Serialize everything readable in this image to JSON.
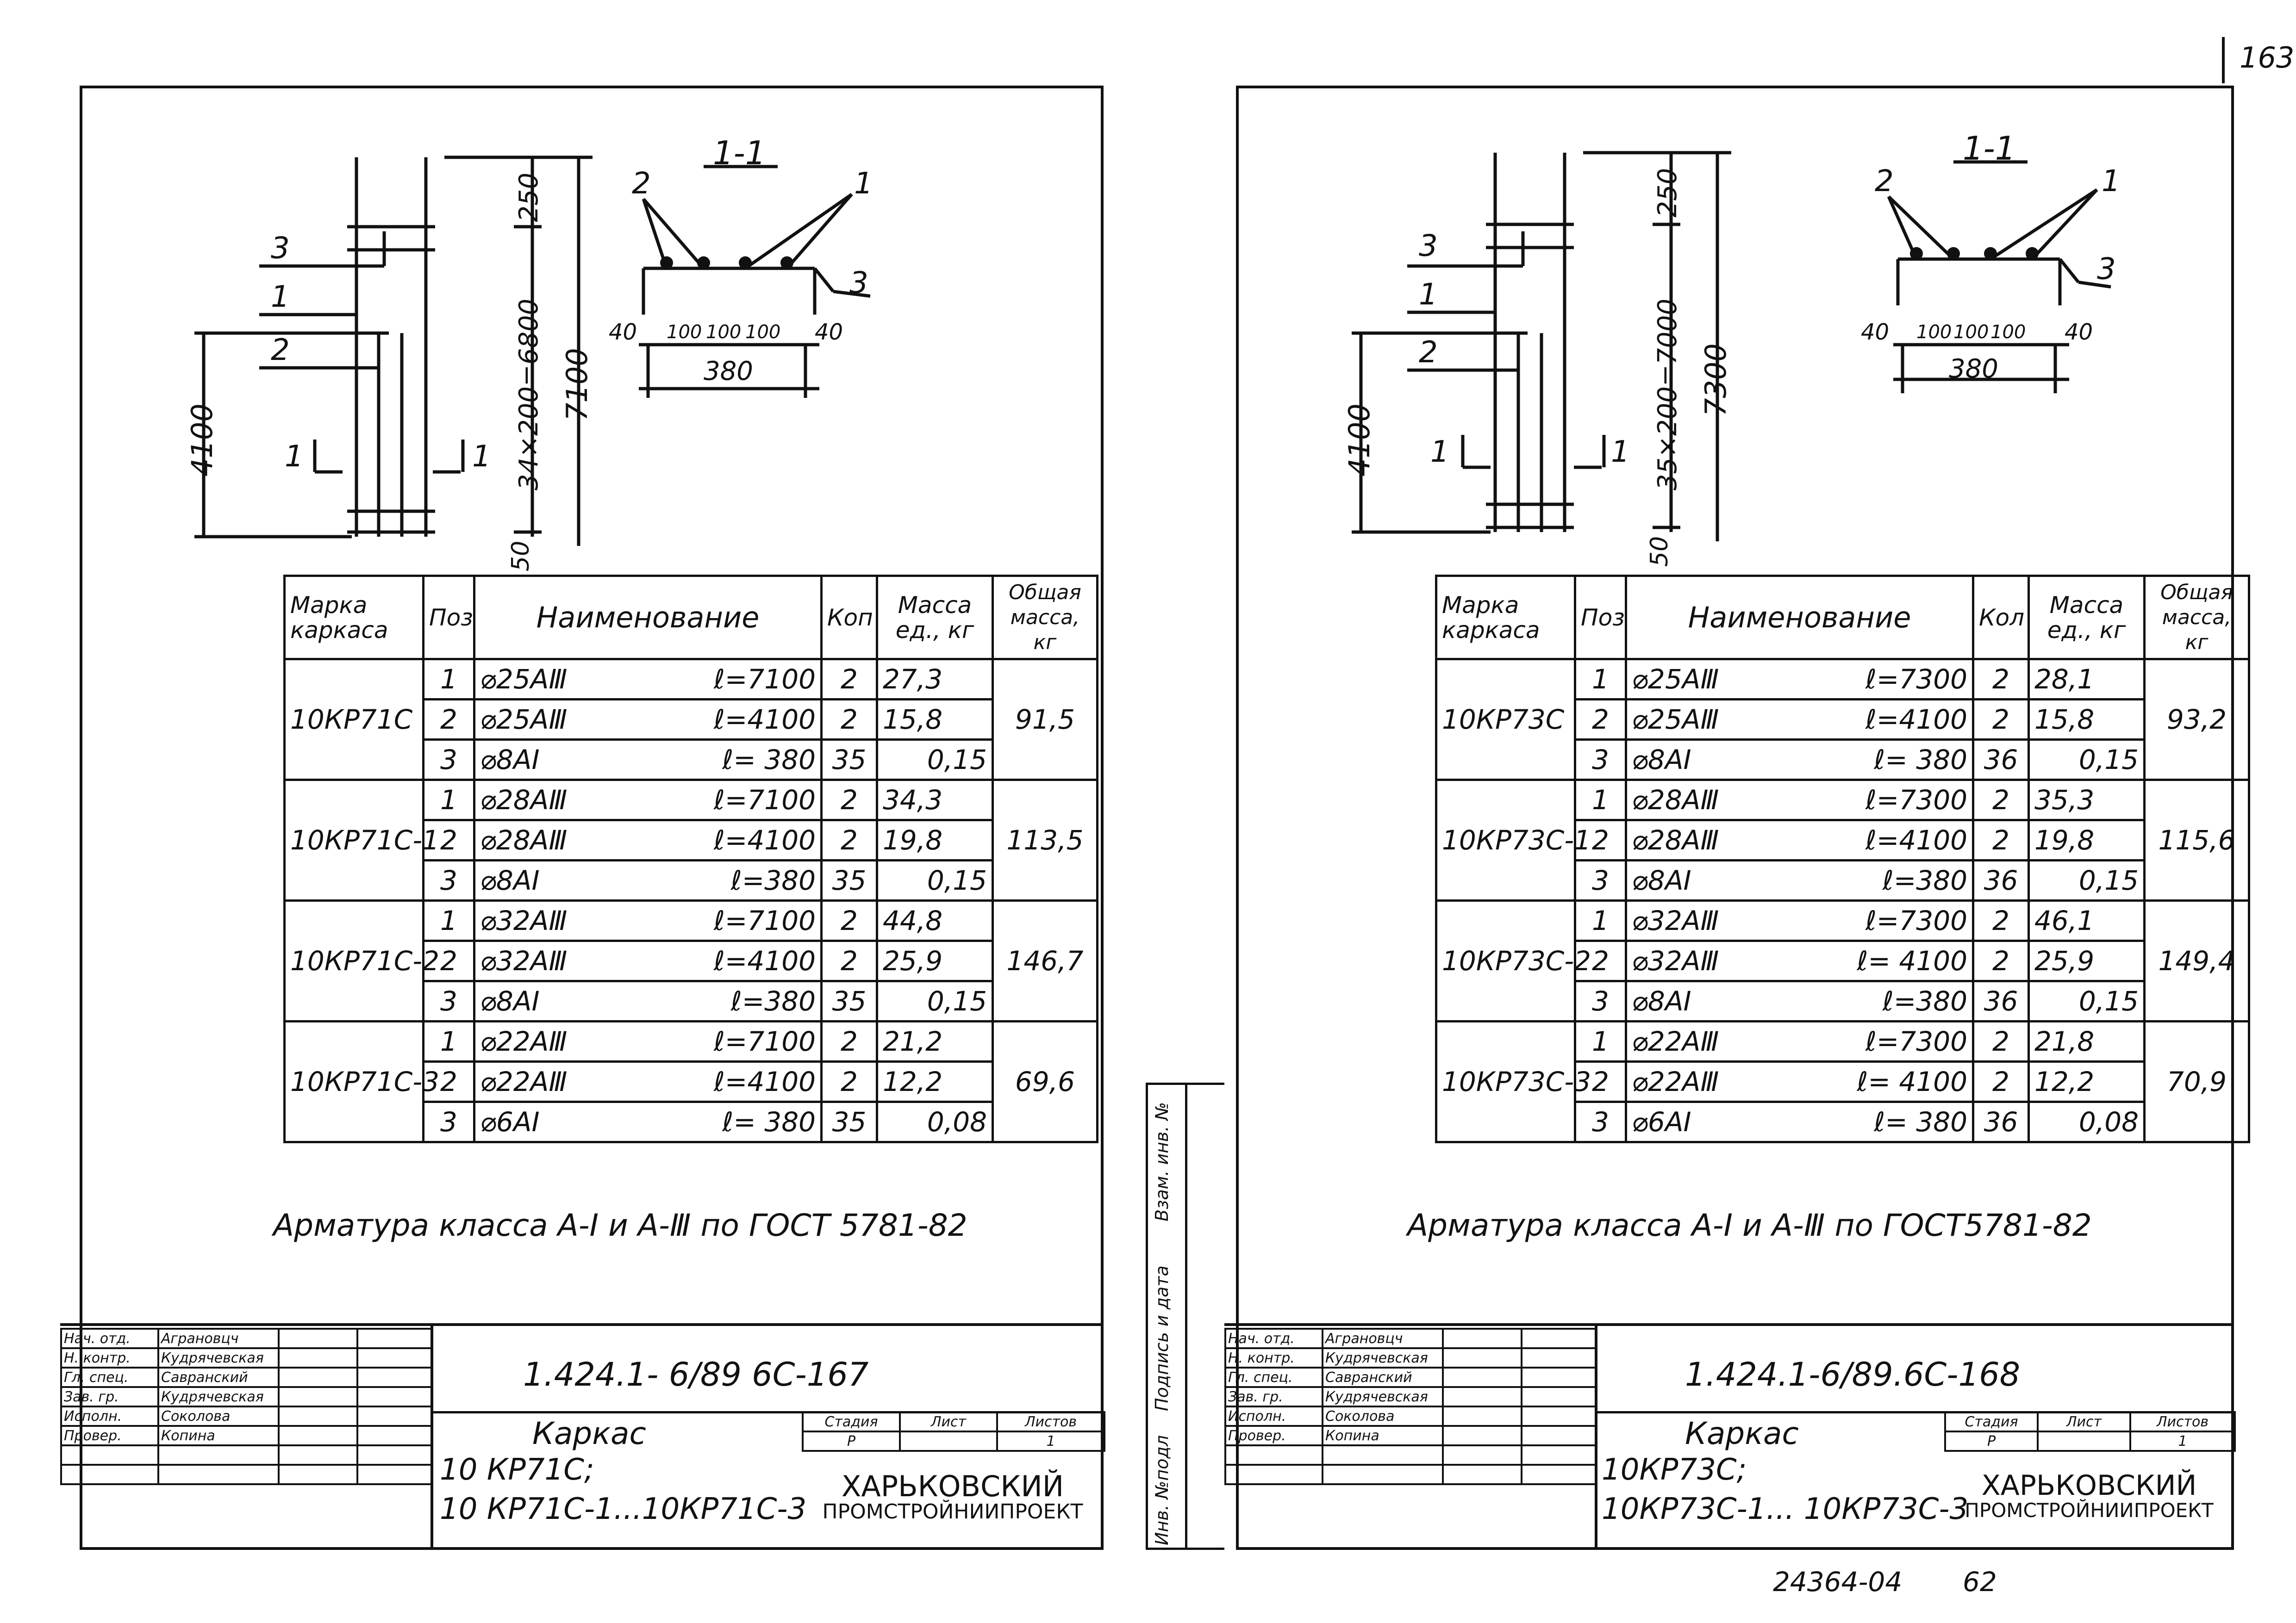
{
  "page_number": "163",
  "sheets": [
    {
      "section_label": "1-1",
      "dims": {
        "top": "250",
        "pitch": "34×200=6800",
        "overall": "7100",
        "lower": "4100",
        "bottom": "50",
        "sec_edge": "40",
        "sec_step": "100",
        "sec_width": "380"
      },
      "callouts": {
        "p1": "1",
        "p2": "2",
        "p3": "3"
      },
      "headers": {
        "mark": "Марка каркаса",
        "pos": "Поз",
        "name": "Наименование",
        "qty": "Коп",
        "unit_mass": "Масса ед., кг",
        "total_mass": "Общая масса, кг"
      },
      "groups": [
        {
          "mark": "10КР71С",
          "total": "91,5",
          "rows": [
            {
              "pos": "1",
              "bar": "⌀25АⅢ",
              "len": "ℓ=7100",
              "qty": "2",
              "mass": "27,3"
            },
            {
              "pos": "2",
              "bar": "⌀25АⅢ",
              "len": "ℓ=4100",
              "qty": "2",
              "mass": "15,8"
            },
            {
              "pos": "3",
              "bar": "⌀8АI",
              "len": "ℓ= 380",
              "qty": "35",
              "mass": "0,15"
            }
          ]
        },
        {
          "mark": "10КР71С-1",
          "total": "113,5",
          "rows": [
            {
              "pos": "1",
              "bar": "⌀28АⅢ",
              "len": "ℓ=7100",
              "qty": "2",
              "mass": "34,3"
            },
            {
              "pos": "2",
              "bar": "⌀28АⅢ",
              "len": "ℓ=4100",
              "qty": "2",
              "mass": "19,8"
            },
            {
              "pos": "3",
              "bar": "⌀8АI",
              "len": "ℓ=380",
              "qty": "35",
              "mass": "0,15"
            }
          ]
        },
        {
          "mark": "10КР71С-2",
          "total": "146,7",
          "rows": [
            {
              "pos": "1",
              "bar": "⌀32АⅢ",
              "len": "ℓ=7100",
              "qty": "2",
              "mass": "44,8"
            },
            {
              "pos": "2",
              "bar": "⌀32АⅢ",
              "len": "ℓ=4100",
              "qty": "2",
              "mass": "25,9"
            },
            {
              "pos": "3",
              "bar": "⌀8АI",
              "len": "ℓ=380",
              "qty": "35",
              "mass": "0,15"
            }
          ]
        },
        {
          "mark": "10КР71С-3",
          "total": "69,6",
          "rows": [
            {
              "pos": "1",
              "bar": "⌀22АⅢ",
              "len": "ℓ=7100",
              "qty": "2",
              "mass": "21,2"
            },
            {
              "pos": "2",
              "bar": "⌀22АⅢ",
              "len": "ℓ=4100",
              "qty": "2",
              "mass": "12,2"
            },
            {
              "pos": "3",
              "bar": "⌀6АI",
              "len": "ℓ= 380",
              "qty": "35",
              "mass": "0,08"
            }
          ]
        }
      ],
      "caption": "Арматура класса А-I и А-Ⅲ по ГОСТ 5781-82",
      "title_block": {
        "code": "1.424.1- 6/89 6С-167",
        "title": "Каркас",
        "subtitle1": "10 КР71С;",
        "subtitle2": "10 КР71С-1...10КР71С-3",
        "stage_h": "Стадия",
        "sheet_h": "Лист",
        "sheets_h": "Листов",
        "stage": "Р",
        "sheets": "1",
        "org1": "ХАРЬКОВСКИЙ",
        "org2": "ПРОМСТРОЙНИИПРОЕКТ",
        "staff": [
          {
            "role": "Нач. отд.",
            "name": "Аграновцч"
          },
          {
            "role": "Н. контр.",
            "name": "Кудрячевская"
          },
          {
            "role": "Гл. спец.",
            "name": "Савранский"
          },
          {
            "role": "Зав. гр.",
            "name": "Кудрячевская"
          },
          {
            "role": "Исполн.",
            "name": "Соколова"
          },
          {
            "role": "Провер.",
            "name": "Копина"
          }
        ]
      }
    },
    {
      "section_label": "1-1",
      "dims": {
        "top": "250",
        "pitch": "35×200=7000",
        "overall": "7300",
        "lower": "4100",
        "bottom": "50",
        "sec_edge": "40",
        "sec_step": "100",
        "sec_width": "380"
      },
      "callouts": {
        "p1": "1",
        "p2": "2",
        "p3": "3"
      },
      "headers": {
        "mark": "Марка каркаса",
        "pos": "Поз",
        "name": "Наименование",
        "qty": "Кол",
        "unit_mass": "Масса ед., кг",
        "total_mass": "Общая масса, кг"
      },
      "groups": [
        {
          "mark": "10КР73С",
          "total": "93,2",
          "rows": [
            {
              "pos": "1",
              "bar": "⌀25АⅢ",
              "len": "ℓ=7300",
              "qty": "2",
              "mass": "28,1"
            },
            {
              "pos": "2",
              "bar": "⌀25АⅢ",
              "len": "ℓ=4100",
              "qty": "2",
              "mass": "15,8"
            },
            {
              "pos": "3",
              "bar": "⌀8АI",
              "len": "ℓ= 380",
              "qty": "36",
              "mass": "0,15"
            }
          ]
        },
        {
          "mark": "10КР73С-1",
          "total": "115,6",
          "rows": [
            {
              "pos": "1",
              "bar": "⌀28АⅢ",
              "len": "ℓ=7300",
              "qty": "2",
              "mass": "35,3"
            },
            {
              "pos": "2",
              "bar": "⌀28АⅢ",
              "len": "ℓ=4100",
              "qty": "2",
              "mass": "19,8"
            },
            {
              "pos": "3",
              "bar": "⌀8АI",
              "len": "ℓ=380",
              "qty": "36",
              "mass": "0,15"
            }
          ]
        },
        {
          "mark": "10КР73С-2",
          "total": "149,4",
          "rows": [
            {
              "pos": "1",
              "bar": "⌀32АⅢ",
              "len": "ℓ=7300",
              "qty": "2",
              "mass": "46,1"
            },
            {
              "pos": "2",
              "bar": "⌀32АⅢ",
              "len": "ℓ= 4100",
              "qty": "2",
              "mass": "25,9"
            },
            {
              "pos": "3",
              "bar": "⌀8АI",
              "len": "ℓ=380",
              "qty": "36",
              "mass": "0,15"
            }
          ]
        },
        {
          "mark": "10КР73С-3",
          "total": "70,9",
          "rows": [
            {
              "pos": "1",
              "bar": "⌀22АⅢ",
              "len": "ℓ=7300",
              "qty": "2",
              "mass": "21,8"
            },
            {
              "pos": "2",
              "bar": "⌀22АⅢ",
              "len": "ℓ= 4100",
              "qty": "2",
              "mass": "12,2"
            },
            {
              "pos": "3",
              "bar": "⌀6АI",
              "len": "ℓ= 380",
              "qty": "36",
              "mass": "0,08"
            }
          ]
        }
      ],
      "caption": "Арматура класса А-I и А-Ⅲ по ГОСТ5781-82",
      "title_block": {
        "code": "1.424.1-6/89.6С-168",
        "title": "Каркас",
        "subtitle1": "10КР73С;",
        "subtitle2": "10КР73С-1... 10КР73С-3",
        "stage_h": "Стадия",
        "sheet_h": "Лист",
        "sheets_h": "Листов",
        "stage": "Р",
        "sheets": "1",
        "org1": "ХАРЬКОВСКИЙ",
        "org2": "ПРОМСТРОЙНИИПРОЕКТ",
        "staff": [
          {
            "role": "Нач. отд.",
            "name": "Аграновцч"
          },
          {
            "role": "Н. контр.",
            "name": "Кудрячевская"
          },
          {
            "role": "Гл. спец.",
            "name": "Савранский"
          },
          {
            "role": "Зав. гр.",
            "name": "Кудрячевская"
          },
          {
            "role": "Исполн.",
            "name": "Соколова"
          },
          {
            "role": "Провер.",
            "name": "Копина"
          }
        ]
      }
    }
  ],
  "side_stamp": {
    "inv": "Инв. №подл",
    "sign": "Подпись и дата",
    "zam": "Взам. инв. №"
  },
  "footer": {
    "doc_no": "24364-04",
    "page": "62"
  }
}
